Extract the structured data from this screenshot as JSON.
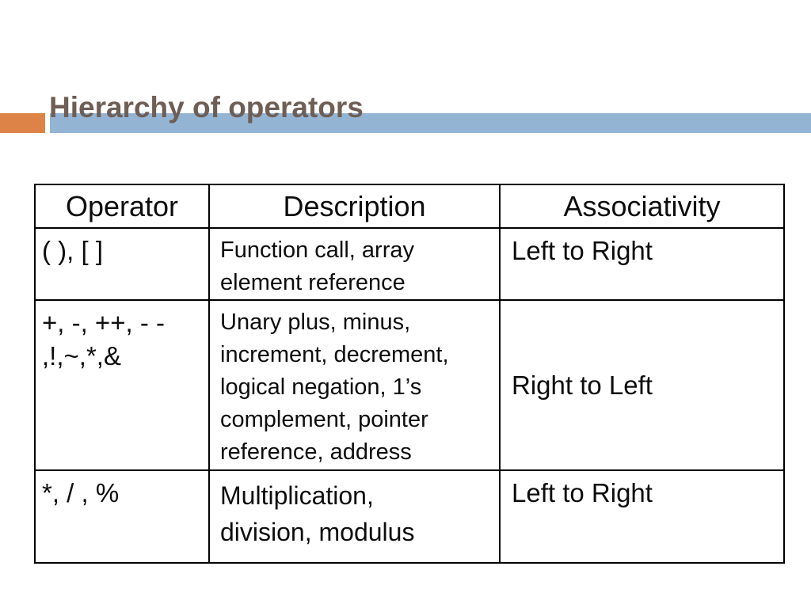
{
  "title": {
    "text": "Hierarchy of operators"
  },
  "colors": {
    "accent_orange": "#DD8347",
    "accent_blue": "#94B4D3",
    "title_text": "#6E5E55",
    "table_border": "#000000",
    "body_text": "#0D0D0D"
  },
  "table": {
    "headers": [
      "Operator",
      "Description",
      "Associativity"
    ],
    "rows": [
      {
        "operator_lines": [
          "( ), [ ]"
        ],
        "description_lines": [
          "Function call, array",
          "element reference"
        ],
        "associativity": "Left to Right"
      },
      {
        "operator_lines": [
          "+, -, ++, - -",
          ",!,~,*,&"
        ],
        "description_lines": [
          "Unary plus, minus,",
          "increment, decrement,",
          "logical negation, 1’s",
          "complement, pointer",
          "reference, address"
        ],
        "associativity": "Right to Left"
      },
      {
        "operator_lines": [
          "*, / , %"
        ],
        "description_lines": [
          "Multiplication,",
          "division, modulus"
        ],
        "associativity": "Left to Right"
      }
    ]
  }
}
